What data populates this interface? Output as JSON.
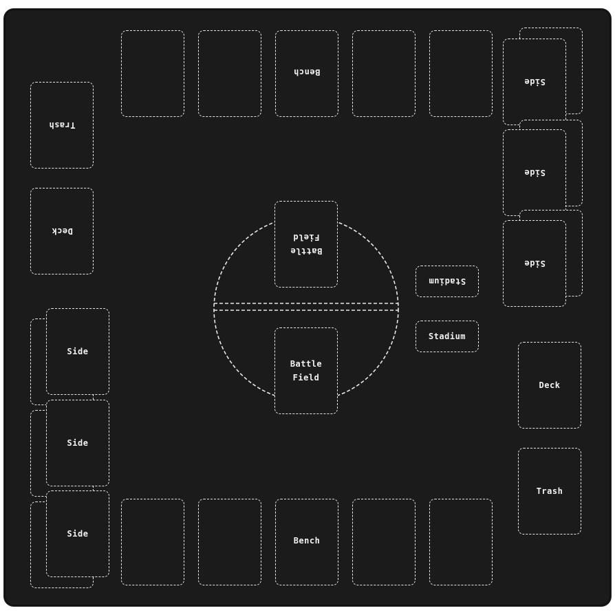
{
  "colors": {
    "mat": "#1b1b1b",
    "outline": "#e9e9e9",
    "text": "#f2f2f2"
  },
  "top": {
    "bench_label": "Bench",
    "trash_label": "Trash",
    "deck_label": "Deck",
    "side_labels": [
      "Side",
      "Side",
      "Side"
    ],
    "battle_field_line1": "Battle",
    "battle_field_line2": "Field",
    "stadium_label": "Stadium"
  },
  "bottom": {
    "bench_label": "Bench",
    "trash_label": "Trash",
    "deck_label": "Deck",
    "side_labels": [
      "Side",
      "Side",
      "Side"
    ],
    "battle_field_line1": "Battle",
    "battle_field_line2": "Field",
    "stadium_label": "Stadium"
  }
}
